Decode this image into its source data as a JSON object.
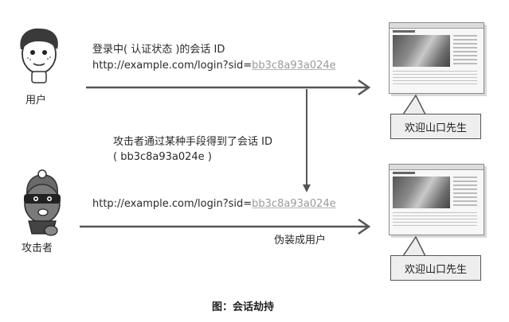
{
  "user": {
    "label": "用户"
  },
  "attacker": {
    "label": "攻击者"
  },
  "top_flow": {
    "line1": "登录中( 认证状态 )的会话 ID",
    "url_prefix": "http://example.com/login?sid=",
    "sid": "bb3c8a93a024e"
  },
  "steal_note": {
    "line1": "攻击者通过某种手段得到了会话 ID",
    "line2": "( bb3c8a93a024e )"
  },
  "bottom_flow": {
    "url_prefix": "http://example.com/login?sid=",
    "sid": "bb3c8a93a024e",
    "note": "伪装成用户"
  },
  "browser_top": {
    "bubble": "欢迎山口先生"
  },
  "browser_bottom": {
    "bubble": "欢迎山口先生"
  },
  "caption": "图：会话劫持"
}
